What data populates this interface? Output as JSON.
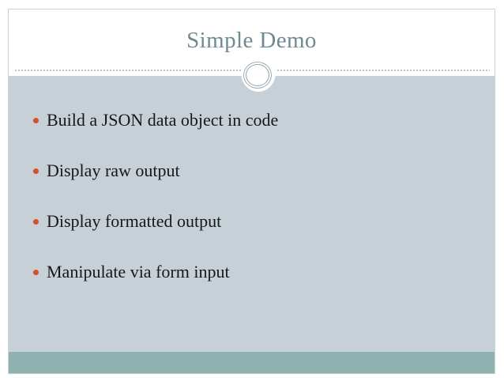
{
  "slide": {
    "title": "Simple Demo",
    "bullets": [
      {
        "text": "Build a JSON data object in code"
      },
      {
        "text": "Display raw output"
      },
      {
        "text": "Display formatted output"
      },
      {
        "text": "Manipulate via form input"
      }
    ],
    "ornament": "circle-ornament",
    "colors": {
      "title_text": "#6e8a92",
      "body_background": "#c6d0d6",
      "title_background": "#ffffff",
      "bullet_marker": "#d4512f",
      "bullet_text": "#16191c",
      "footer_bar": "#8fb2b0",
      "divider": "#b9c6cc",
      "slide_border": "#c9d4d8"
    }
  }
}
